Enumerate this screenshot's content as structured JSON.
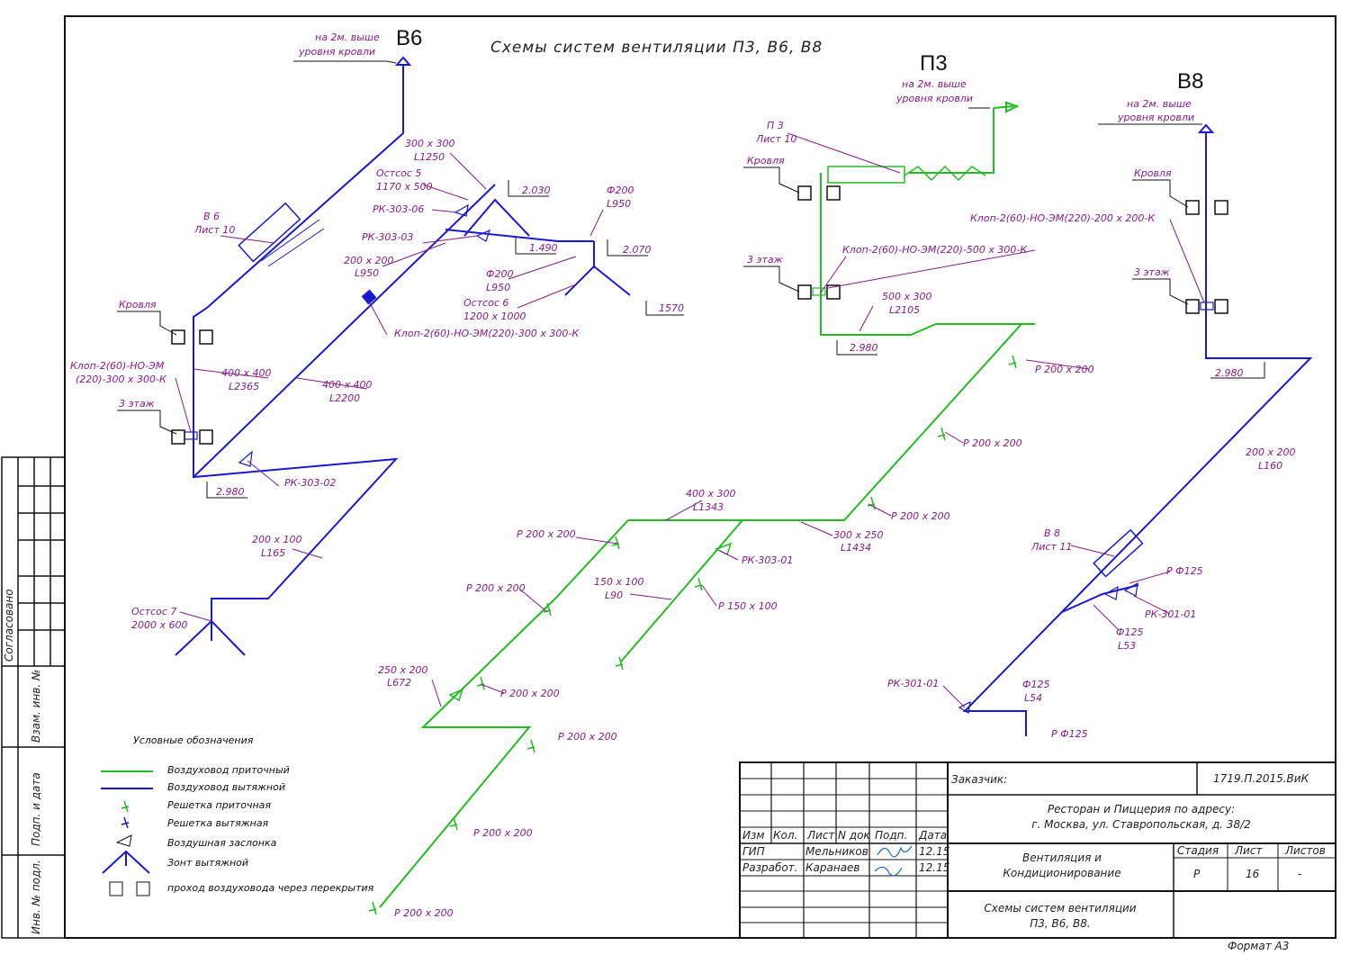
{
  "title": "Схемы систем вентиляции П3, В6, В8",
  "systems": {
    "b6": "В6",
    "p3": "П3",
    "b8": "В8"
  },
  "colors": {
    "supply": "#22bb22",
    "exhaust": "#1a1acc",
    "label": "#8a1a8a",
    "frame": "#111111"
  },
  "roof_note": [
    "на 2м. выше",
    "уровня кровли"
  ],
  "level_marks": {
    "roof": "Кровля",
    "floor3": "3 этаж",
    "b6_2980": "2.980",
    "p3_2980": "2.980",
    "b8_2980": "2.980",
    "e2030": "2.030",
    "e1490": "1.490",
    "e2070": "2.070",
    "e1570": "1570"
  },
  "labels_b6": {
    "b6_sheet": [
      "В 6",
      "Лист 10"
    ],
    "d300": [
      "300 x 300",
      "L1250"
    ],
    "ostsos5": [
      "Остсос 5",
      "1170 x 500"
    ],
    "rk306": "РК-303-06",
    "rk303": "РК-303-03",
    "d200": [
      "200 x 200",
      "L950"
    ],
    "phi200a": [
      "Ф200",
      "L950"
    ],
    "phi200b": [
      "Ф200",
      "L950"
    ],
    "ostsos6": [
      "Остсос 6",
      "1200 x 1000"
    ],
    "klop_b6": "Клоп-2(60)-НО-ЭМ(220)-300 x 300-К",
    "klop_b6_left": [
      "Клоп-2(60)-НО-ЭМ",
      "(220)-300 x 300-К"
    ],
    "d400a": [
      "400 x 400",
      "L2365"
    ],
    "d400b": [
      "400 x 400",
      "L2200"
    ],
    "rk302": "РК-303-02",
    "d200x100": [
      "200 x 100",
      "L165"
    ],
    "ostsos7": [
      "Остсос 7",
      "2000 x 600"
    ]
  },
  "labels_p3": {
    "p3_sheet": [
      "П 3",
      "Лист 10"
    ],
    "klop_p3": "Клоп-2(60)-НО-ЭМ(220)-500 x 300-К",
    "d500": [
      "500 x 300",
      "L2105"
    ],
    "r200": "Р 200 x 200",
    "d400x300": [
      "400 x 300",
      "L1343"
    ],
    "d300x250": [
      "300 x 250",
      "L1434"
    ],
    "rk301": "РК-303-01",
    "d150": [
      "150 x 100",
      "L90"
    ],
    "r150": "Р 150 x 100",
    "d250": [
      "250 x 200",
      "L672"
    ]
  },
  "labels_b8": {
    "klop_b8": "Клоп-2(60)-НО-ЭМ(220)-200 x 200-К",
    "d200x200": [
      "200 x 200",
      "L160"
    ],
    "b8_sheet": [
      "В 8",
      "Лист 11"
    ],
    "rphi125": "Р Ф125",
    "rk30101": "РК-301-01",
    "phi125a": [
      "Ф125",
      "L53"
    ],
    "phi125b": [
      "Ф125",
      "L54"
    ]
  },
  "legend": {
    "heading": "Условные обозначения",
    "items": [
      "Воздуховод приточный",
      "Воздуховод вытяжной",
      "Решетка приточная",
      "Решетка вытяжная",
      "Воздушная заслонка",
      "Зонт вытяжной",
      "проход воздуховода через перекрытия"
    ]
  },
  "title_block": {
    "customer_label": "Заказчик:",
    "doc_code": "1719.П.2015.ВиК",
    "object": [
      "Ресторан и Пиццерия по адресу:",
      "г. Москва, ул. Ставропольская, д. 38/2"
    ],
    "section": [
      "Вентиляция и",
      "Кондиционирование"
    ],
    "sheet_title": [
      "Схемы систем вентиляции",
      "П3, В6, В8."
    ],
    "cols": [
      "Изм",
      "Кол.",
      "Лист",
      "N док",
      "Подп.",
      "Дата"
    ],
    "gip": "ГИП",
    "gip_name": "Мельников",
    "gip_date": "12.15",
    "dev": "Разработ.",
    "dev_name": "Каранаев",
    "dev_date": "12.15",
    "stage_h": "Стадия",
    "sheet_h": "Лист",
    "sheets_h": "Листов",
    "stage": "Р",
    "sheet": "16",
    "sheets": "-",
    "format": "Формат А3"
  },
  "side": {
    "agreed": "Согласовано",
    "inv_repl": "Взам. инв. №",
    "sign_date": "Подп. и дата",
    "inv_orig": "Инв. № подл."
  }
}
